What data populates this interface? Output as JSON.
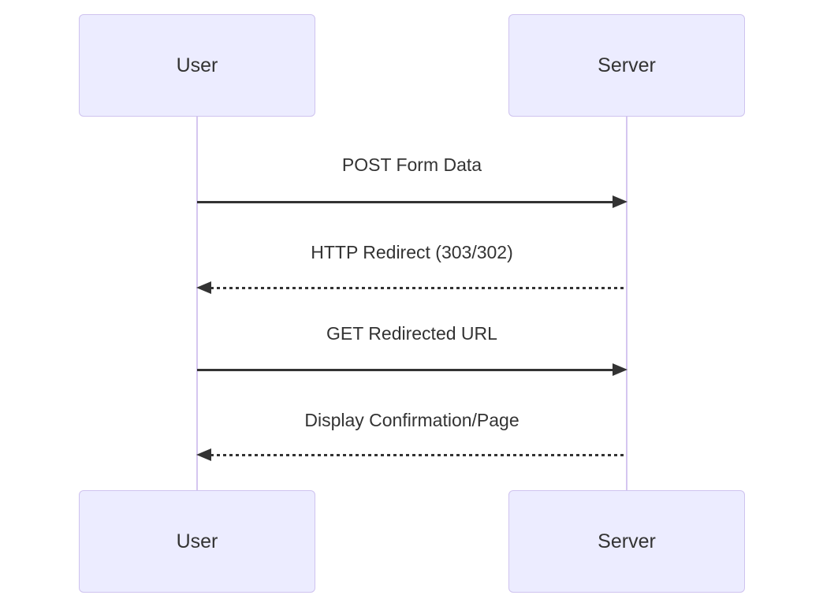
{
  "diagram": {
    "type": "sequence",
    "actors": [
      {
        "id": "user",
        "label": "User"
      },
      {
        "id": "server",
        "label": "Server"
      }
    ],
    "messages": [
      {
        "label": "POST Form Data",
        "from": "user",
        "to": "server",
        "line": "solid",
        "direction": "right"
      },
      {
        "label": "HTTP Redirect (303/302)",
        "from": "server",
        "to": "user",
        "line": "dashed",
        "direction": "left"
      },
      {
        "label": "GET Redirected URL",
        "from": "user",
        "to": "server",
        "line": "solid",
        "direction": "right"
      },
      {
        "label": "Display Confirmation/Page",
        "from": "server",
        "to": "user",
        "line": "dashed",
        "direction": "left"
      }
    ],
    "colors": {
      "actor_fill": "#ECECFF",
      "actor_border": "#CFC3EF",
      "lifeline": "#D5C6F0",
      "ink": "#333333",
      "background": "#FFFFFF"
    }
  }
}
